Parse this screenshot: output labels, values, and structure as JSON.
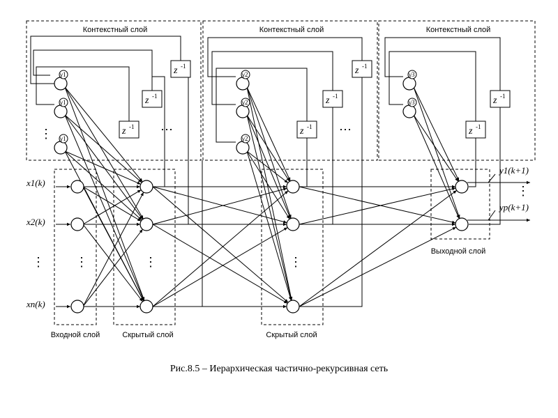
{
  "context_layers": [
    "Контекстный слой",
    "Контекстный слой",
    "Контекстный слой"
  ],
  "layer_labels": {
    "input": "Входной слой",
    "hidden1": "Скрытый слой",
    "hidden2": "Скрытый слой",
    "output": "Выходной слой"
  },
  "inputs": [
    "x1(k)",
    "x2(k)",
    "xn(k)"
  ],
  "outputs": [
    "y1(k+1)",
    "yp(k+1)"
  ],
  "delay_label": "z-1",
  "gammas": [
    "γ1",
    "γ1",
    "γ1",
    "γ2",
    "γ2",
    "γ2",
    "γ3",
    "γ3"
  ],
  "ellipsis": "⋯",
  "vellipsis": "⋮",
  "caption": "Рис.8.5 – Иерархическая частично-рекурсивная сеть"
}
